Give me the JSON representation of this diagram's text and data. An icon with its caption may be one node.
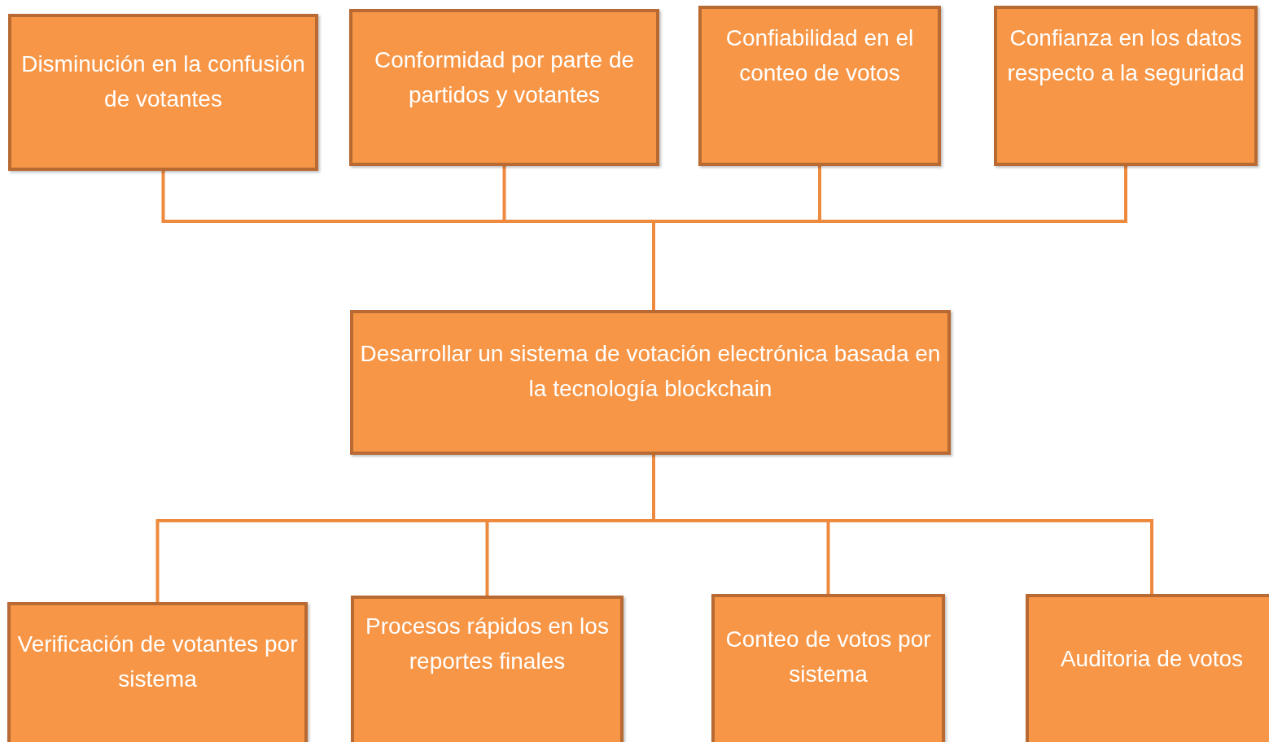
{
  "diagram": {
    "nodes": [
      {
        "text": [
          "Disminución en la confusión de votantes"
        ]
      },
      {
        "text": [
          "Conformidad por parte de partidos y votantes"
        ]
      },
      {
        "text": [
          "Confiabilidad en el conteo de votos"
        ]
      },
      {
        "text": [
          "Confianza en los datos respecto a la seguridad"
        ]
      },
      {
        "text": [
          "Desarrollar un sistema de votación electrónica basada en la tecnología blockchain"
        ]
      },
      {
        "text": [
          "Verificación de votantes por sistema"
        ]
      },
      {
        "text": [
          "Procesos rápidos en los reportes finales"
        ]
      },
      {
        "text": [
          "Conteo de votos por sistema"
        ]
      },
      {
        "text": [
          "Auditoria de votos"
        ]
      }
    ],
    "edges": [
      {
        "from": 4,
        "to": 0,
        "arrow": "none"
      },
      {
        "from": 4,
        "to": 1,
        "arrow": "none"
      },
      {
        "from": 4,
        "to": 2,
        "arrow": "none"
      },
      {
        "from": 4,
        "to": 3,
        "arrow": "none"
      },
      {
        "from": 4,
        "to": 5,
        "arrow": "none"
      },
      {
        "from": 4,
        "to": 6,
        "arrow": "none"
      },
      {
        "from": 4,
        "to": 7,
        "arrow": "none"
      },
      {
        "from": 4,
        "to": 8,
        "arrow": "none"
      }
    ]
  }
}
